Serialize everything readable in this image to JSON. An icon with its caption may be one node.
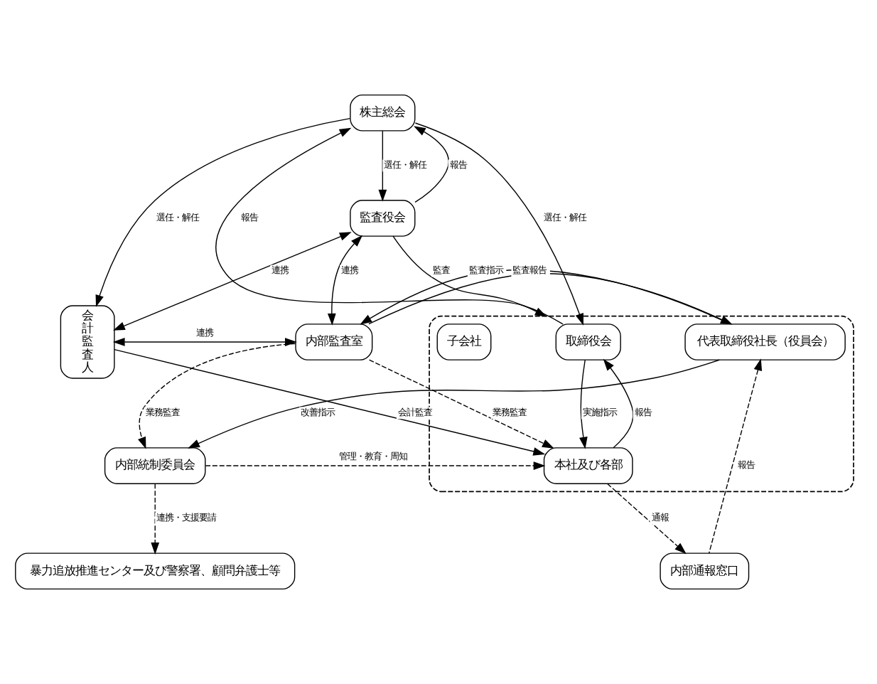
{
  "diagram": {
    "nodes": [
      {
        "text": [
          "株主総会"
        ]
      },
      {
        "text": [],
        "shape": "box"
      },
      {
        "text": [
          "取締役会"
        ],
        "in": 1
      },
      {
        "text": [
          "代表取締役社長（役員会）"
        ],
        "in": 1
      },
      {
        "text": [
          "監査役会"
        ]
      },
      {
        "text": [
          "会計監査人"
        ]
      },
      {
        "text": [
          "内部監査室"
        ]
      },
      {
        "text": [
          "本社及び各部"
        ],
        "in": 1
      },
      {
        "text": [
          "子会社"
        ],
        "in": 1
      },
      {
        "text": [
          "内部統制委員会"
        ]
      },
      {
        "text": [
          "内部通報窓口"
        ]
      },
      {
        "text": [
          "暴力追放推進センター及び警察署、顧問弁護士等"
        ]
      }
    ],
    "edges": [
      {
        "from": 0,
        "to": 2,
        "arrow": "to",
        "label": "選任・解任"
      },
      {
        "from": 2,
        "to": 0,
        "arrow": "to",
        "label": "報告"
      },
      {
        "from": 4,
        "to": 0,
        "arrow": "to",
        "label": "報告"
      },
      {
        "from": 0,
        "to": 4,
        "arrow": "to",
        "label": "選任・解任"
      },
      {
        "from": 0,
        "to": 5,
        "arrow": "to",
        "label": "選任・解任"
      },
      {
        "from": 4,
        "to": 1,
        "arrow": "to",
        "label": "監査"
      },
      {
        "from": 4,
        "to": 5,
        "arrow": "both",
        "label": "連携"
      },
      {
        "from": 4,
        "to": 6,
        "arrow": "both",
        "label": "連携"
      },
      {
        "from": 6,
        "to": 5,
        "arrow": "both",
        "label": "連携"
      },
      {
        "from": 6,
        "to": 3,
        "arrow": "to",
        "label": "監査報告"
      },
      {
        "from": 3,
        "to": 6,
        "arrow": "to",
        "label": "監査指示"
      },
      {
        "from": 3,
        "to": 9,
        "arrow": "to",
        "label": "改善指示"
      },
      {
        "from": 2,
        "to": 7,
        "arrow": "to",
        "label": "実施指示"
      },
      {
        "from": 7,
        "to": 2,
        "arrow": "to",
        "label": "報告"
      },
      {
        "from": 6,
        "to": 7,
        "arrow": "to",
        "label": "業務監査",
        "style": "dashed"
      },
      {
        "from": 6,
        "to": 9,
        "arrow": "to",
        "label": "業務監査",
        "style": "dashed"
      },
      {
        "from": 9,
        "to": 7,
        "arrow": "to",
        "label": "管理・教育・周知",
        "style": "dashed"
      },
      {
        "from": 5,
        "to": 7,
        "arrow": "to",
        "label": "会計監査"
      },
      {
        "from": 7,
        "to": 10,
        "arrow": "to",
        "label": "通報",
        "style": "dashed"
      },
      {
        "from": 10,
        "to": 3,
        "arrow": "to",
        "label": "報告",
        "style": "dashed"
      },
      {
        "from": 9,
        "to": 11,
        "arrow": "to",
        "label": "連携・支援要請",
        "style": "dashed"
      }
    ]
  }
}
